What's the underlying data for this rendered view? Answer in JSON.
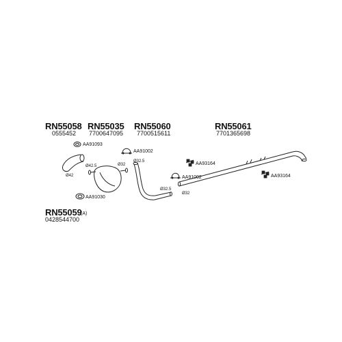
{
  "groups": [
    {
      "ref": "RN55058",
      "oem": "0555452"
    },
    {
      "ref": "RN55035",
      "oem": "7700647095"
    },
    {
      "ref": "RN55060",
      "oem": "7700515611"
    },
    {
      "ref": "RN55061",
      "oem": "7701365698"
    },
    {
      "ref": "RN55059",
      "oem": "0428544700",
      "note": "(A)"
    }
  ],
  "parts": [
    "AA91093",
    "AA91002",
    "AA93164",
    "AA91002",
    "AA93164",
    "AA91030"
  ],
  "dims": [
    "Ø42",
    "Ø42.5",
    "Ø32",
    "Ø32.5",
    "Ø32.5",
    "Ø32"
  ]
}
